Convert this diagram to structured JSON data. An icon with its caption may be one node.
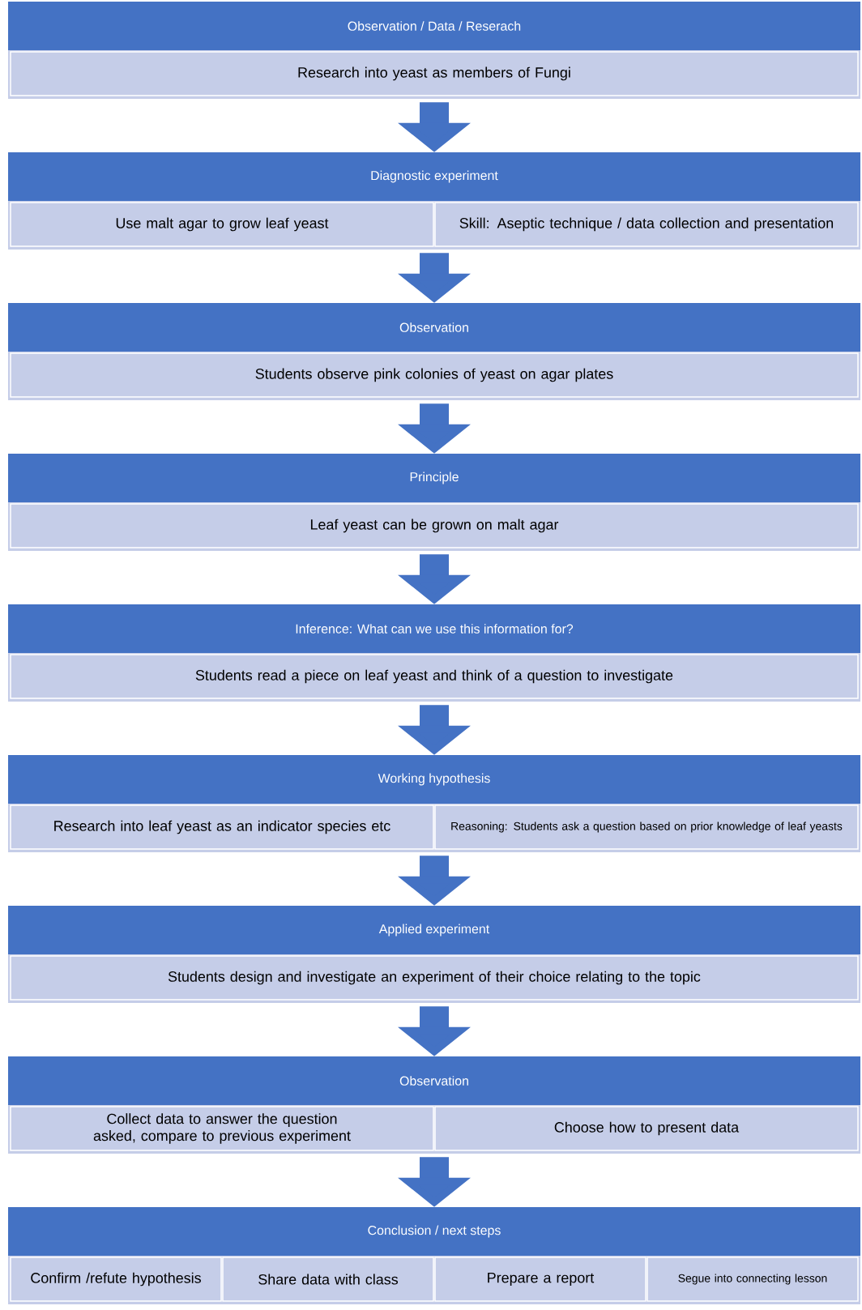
{
  "diagram": {
    "nodes": [
      {
        "text": [
          "Observation / Data / Reserach"
        ]
      },
      {
        "text": [
          "Research into yeast as members of Fungi"
        ],
        "in": 0
      },
      {
        "text": [
          "Diagnostic experiment"
        ]
      },
      {
        "text": [
          "Use malt agar to grow leaf yeast"
        ],
        "in": 2
      },
      {
        "text": [
          "Skill: Aseptic technique / data collection and presentation"
        ],
        "in": 2
      },
      {
        "text": [
          "Observation"
        ]
      },
      {
        "text": [
          "Students observe pink colonies of yeast on agar plates"
        ],
        "in": 5
      },
      {
        "text": [
          "Principle"
        ]
      },
      {
        "text": [
          "Leaf yeast can be grown on malt agar"
        ],
        "in": 7
      },
      {
        "text": [
          "Inference: What can we use this information for?"
        ]
      },
      {
        "text": [
          "Students read a piece on leaf yeast and think of a question to investigate"
        ],
        "in": 9
      },
      {
        "text": [
          "Working hypothesis"
        ]
      },
      {
        "text": [
          "Research into leaf yeast as an indicator species etc"
        ],
        "in": 11
      },
      {
        "text": [
          "Reasoning: Students ask a question based on prior knowledge of leaf yeasts"
        ],
        "in": 11
      },
      {
        "text": [
          "Applied experiment"
        ]
      },
      {
        "text": [
          "Students design and investigate an experiment of their choice relating to the topic"
        ],
        "in": 14
      },
      {
        "text": [
          "Observation"
        ]
      },
      {
        "text": [
          "Collect data to answer the question asked, compare to previous experiment"
        ],
        "in": 16
      },
      {
        "text": [
          "Choose how to present data"
        ],
        "in": 16
      },
      {
        "text": [
          "Conclusion / next steps"
        ]
      },
      {
        "text": [
          "Confirm /refute hypothesis"
        ],
        "in": 19
      },
      {
        "text": [
          "Share data with class"
        ],
        "in": 19
      },
      {
        "text": [
          "Prepare a report"
        ],
        "in": 19
      },
      {
        "text": [
          "Segue into connecting lesson"
        ],
        "in": 19
      }
    ],
    "edges": [
      {
        "from": 0,
        "to": 2,
        "arrow": "to"
      },
      {
        "from": 2,
        "to": 5,
        "arrow": "to"
      },
      {
        "from": 5,
        "to": 7,
        "arrow": "to"
      },
      {
        "from": 7,
        "to": 9,
        "arrow": "to"
      },
      {
        "from": 9,
        "to": 11,
        "arrow": "to"
      },
      {
        "from": 11,
        "to": 14,
        "arrow": "to"
      },
      {
        "from": 14,
        "to": 16,
        "arrow": "to"
      },
      {
        "from": 16,
        "to": 19,
        "arrow": "to"
      }
    ]
  }
}
